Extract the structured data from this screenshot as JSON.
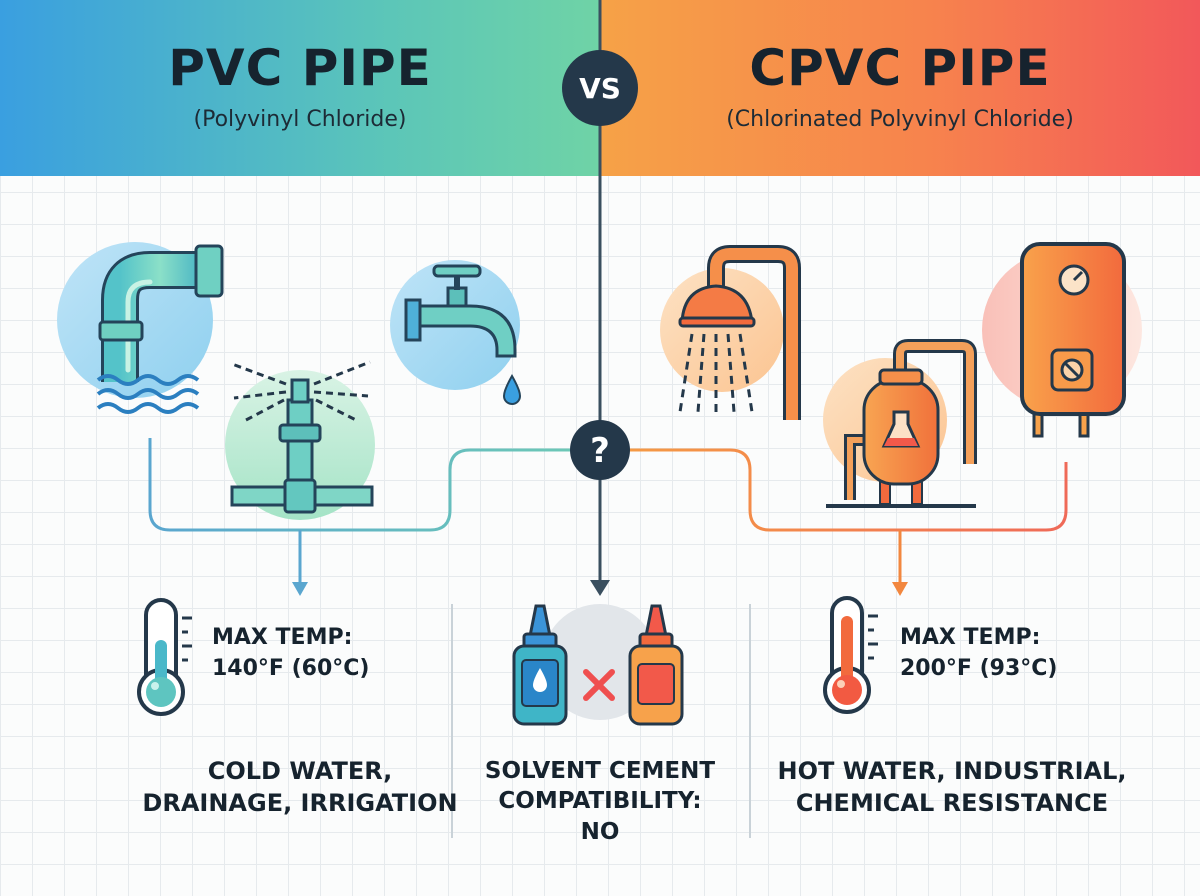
{
  "pvc": {
    "title": "PVC PIPE",
    "subtitle": "(Polyvinyl Chloride)",
    "max_temp_label": "MAX TEMP:",
    "max_temp_value": "140°F (60°C)",
    "uses": "COLD WATER,\nDRAINAGE, IRRIGATION",
    "color": "#4aa9d6"
  },
  "cpvc": {
    "title": "CPVC PIPE",
    "subtitle": "(Chlorinated Polyvinyl Chloride)",
    "max_temp_label": "MAX TEMP:",
    "max_temp_value": "200°F (93°C)",
    "uses": "HOT WATER, INDUSTRIAL,\nCHEMICAL RESISTANCE",
    "color": "#f2873f"
  },
  "vs_badge": "VS",
  "question_badge": "?",
  "compatibility": "SOLVENT CEMENT\nCOMPATIBILITY:\nNO",
  "icons": {
    "pvc": [
      "drain-pipe-icon",
      "sprinkler-icon",
      "faucet-icon",
      "thermometer-cold-icon"
    ],
    "cpvc": [
      "shower-icon",
      "chemical-tank-icon",
      "water-heater-icon",
      "thermometer-hot-icon"
    ],
    "center": [
      "blue-cement-bottle-icon",
      "incompatible-x-icon",
      "orange-cement-bottle-icon"
    ]
  }
}
